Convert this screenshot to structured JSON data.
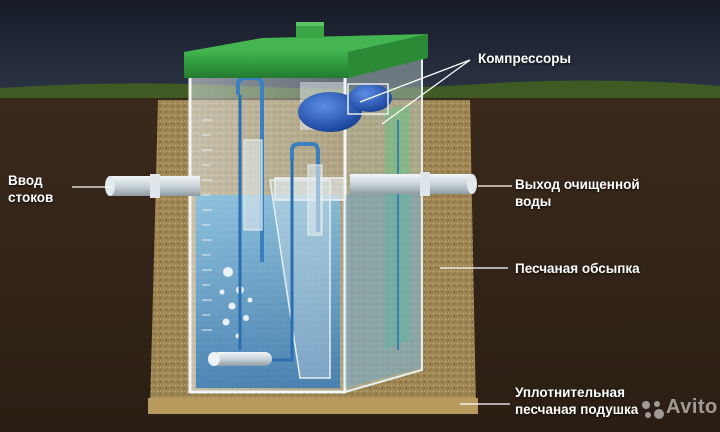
{
  "labels": {
    "inlet": "Ввод\nстоков",
    "compressors": "Компрессоры",
    "outlet": "Выход очищенной\nводы",
    "sand_backfill": "Песчаная обсыпка",
    "sand_cushion": "Уплотнительная\nпесчаная подушка"
  },
  "watermark": {
    "text": "Avito",
    "icon": "avito-dots-icon"
  },
  "colors": {
    "sky": "#1d2230",
    "soil": "#3a2c1f",
    "grass": "#3f5a22",
    "sand": "#b79a5f",
    "lid": "#2e9a3c",
    "water": "#4f9fd8",
    "compressor": "#1d4fb0",
    "pipe": "#cfd8de"
  }
}
